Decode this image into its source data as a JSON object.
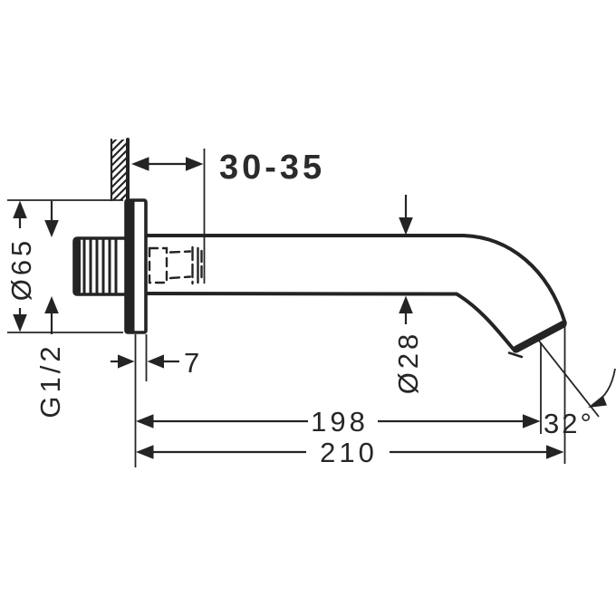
{
  "diagram": {
    "type": "technical-dimension-drawing",
    "subject": "wall-mounted bath spout side view",
    "background_color": "#ffffff",
    "line_color": "#242424",
    "text_color": "#262626",
    "dimensions": {
      "wall_depth_range": {
        "label": "30-35"
      },
      "escutcheon_diameter": {
        "label": "Ø65"
      },
      "thread_size": {
        "label": "G1/2"
      },
      "escutcheon_depth": {
        "label": "7"
      },
      "spout_diameter": {
        "label": "Ø28"
      },
      "spout_projection": {
        "label": "198"
      },
      "total_projection": {
        "label": "210"
      },
      "outlet_angle": {
        "label": "32°"
      }
    }
  }
}
